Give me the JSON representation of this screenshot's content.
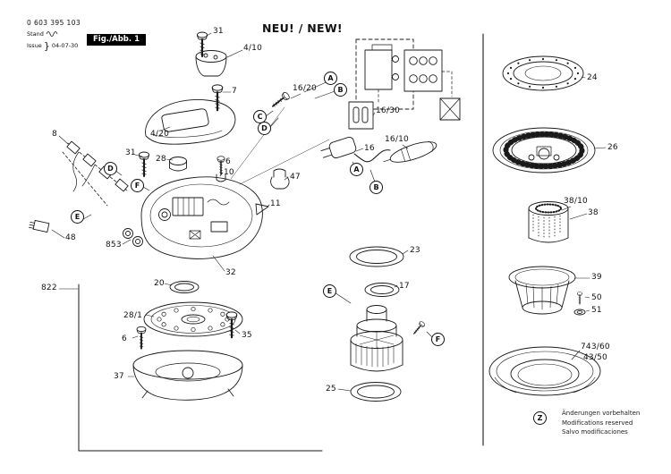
{
  "header": {
    "part_number": "0 603 395 103",
    "stand": "Stand",
    "issue": "Issue",
    "date": "04-07-30",
    "fig_label": "Fig./Abb. 1",
    "new_banner": "NEU! / NEW!"
  },
  "callouts": [
    "31",
    "4/10",
    "7",
    "4/20",
    "8",
    "31",
    "28",
    "6",
    "10",
    "47",
    "11",
    "16/20",
    "16/30",
    "16",
    "16/10",
    "48",
    "853",
    "32",
    "822",
    "20",
    "23",
    "17",
    "28/1",
    "35",
    "6",
    "37",
    "25",
    "24",
    "26",
    "38/10",
    "38",
    "39",
    "50",
    "51",
    "743/60",
    "43/50"
  ],
  "markers": [
    "A",
    "B",
    "C",
    "D",
    "D",
    "F",
    "E",
    "A",
    "B",
    "E",
    "F",
    "Z"
  ],
  "footer": {
    "line1": "Änderungen vorbehalten",
    "line2": "Modifications reserved",
    "line3": "Salvo modificaciones"
  },
  "colors": {
    "ink": "#1a1a1a",
    "paper": "#ffffff"
  },
  "icons": {
    "revision_scribble": "signature-scribble"
  }
}
